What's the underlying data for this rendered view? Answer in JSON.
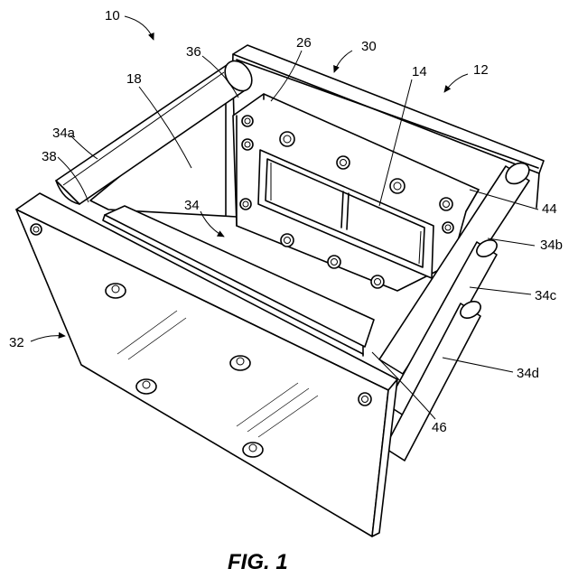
{
  "figure": {
    "caption": "FIG. 1",
    "labels": {
      "n10": "10",
      "n12": "12",
      "n14": "14",
      "n18": "18",
      "n26": "26",
      "n30": "30",
      "n32": "32",
      "n34": "34",
      "n34a": "34a",
      "n34b": "34b",
      "n34c": "34c",
      "n34d": "34d",
      "n36": "36",
      "n38": "38",
      "n44": "44",
      "n46": "46"
    }
  }
}
